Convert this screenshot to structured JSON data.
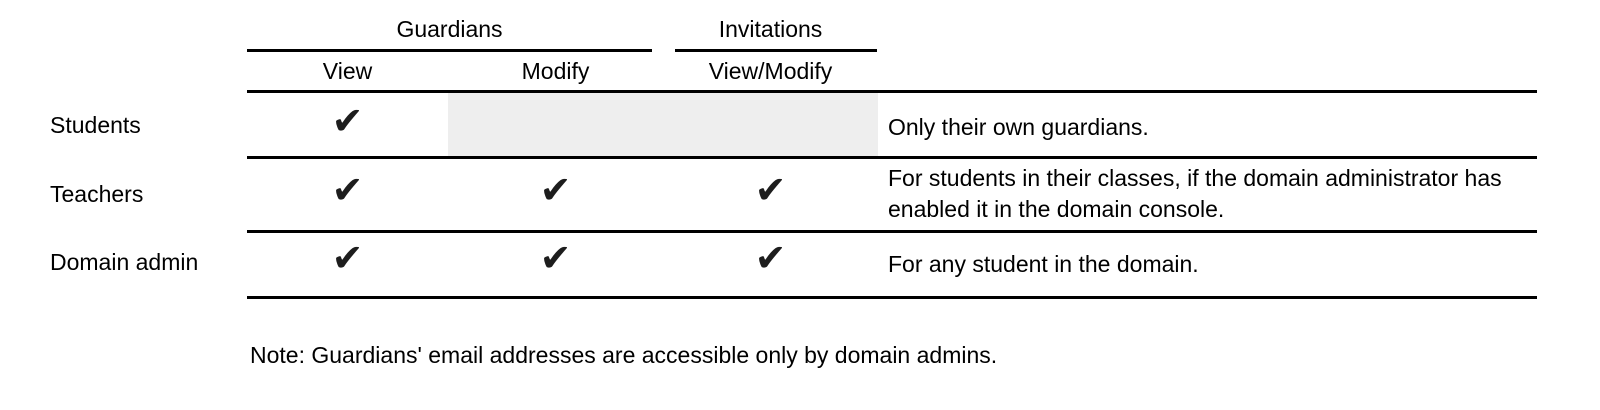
{
  "table": {
    "group_headers": [
      {
        "label": "Guardians"
      },
      {
        "label": "Invitations"
      }
    ],
    "column_headers": [
      {
        "label": "View"
      },
      {
        "label": "Modify"
      },
      {
        "label": "View/Modify"
      }
    ],
    "rows": [
      {
        "label": "Students",
        "guardians_view": "checked",
        "guardians_modify": "no-access",
        "invitations_view_modify": "no-access",
        "note": "Only their own guardians."
      },
      {
        "label": "Teachers",
        "guardians_view": "checked",
        "guardians_modify": "checked",
        "invitations_view_modify": "checked",
        "note": "For students in their classes, if the domain administrator has enabled it in the domain console."
      },
      {
        "label": "Domain admin",
        "guardians_view": "checked",
        "guardians_modify": "checked",
        "invitations_view_modify": "checked",
        "note": "For any student in the domain."
      }
    ],
    "check_glyph": "✔",
    "colors": {
      "no_access_cell_bg": "#eeeeee",
      "rule_line": "#000000",
      "text": "#000000",
      "check": "#1d1d1d"
    }
  },
  "footnote": "Note: Guardians' email addresses are accessible only by domain admins."
}
